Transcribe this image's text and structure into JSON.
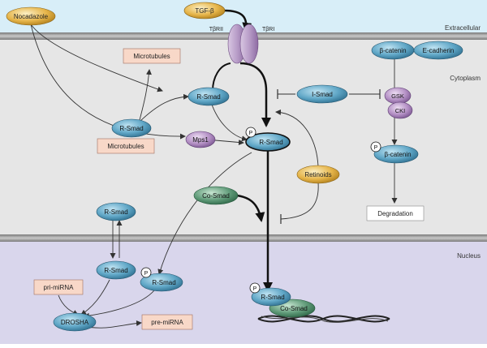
{
  "regions": {
    "extracellular": "Extracellular",
    "cytoplasm": "Cytoplasm",
    "nucleus": "Nucleus"
  },
  "receptors": {
    "left": "TβRII",
    "right": "TβRI"
  },
  "nodes": {
    "nocadazole": "Nocadazole",
    "tgfb": "TGF-β",
    "microtubules_top": "Microtubules",
    "rsmad_upper": "R-Smad",
    "rsmad_left": "R-Smad",
    "microtubules_bottom": "Microtubules",
    "mps1": "Mps1",
    "rsmad_phospho_main": "R-Smad",
    "ismad": "I-Smad",
    "retinoids": "Retinoids",
    "cosmad": "Co-Smad",
    "beta_catenin": "β-catenin",
    "e_cadherin": "E-cadherin",
    "gsk": "GSK",
    "cki": "CKI",
    "beta_catenin_phospho": "β-catenin",
    "degradation": "Degradation",
    "rsmad_cyto_low": "R-Smad",
    "rsmad_nuc_left": "R-Smad",
    "rsmad_nuc_phospho": "R-Smad",
    "pri_mirna": "pri-miRNA",
    "drosha": "DROSHA",
    "pre_mirna": "pre-miRNA",
    "rsmad_dna": "R-Smad",
    "cosmad_dna": "Co-Smad"
  },
  "phospho_label": "P",
  "colors": {
    "extracellular_bg": "#d8eef8",
    "cytoplasm_bg": "#e6e6e6",
    "nucleus_bg": "#d9d6ec",
    "smad_blue": "#5b9fbd",
    "cosmad_green": "#5f9a78",
    "mps1_purple": "#b38fc4",
    "nocadazole_yellow": "#e6b54a",
    "microtubule_pink": "#f8d8c8"
  }
}
